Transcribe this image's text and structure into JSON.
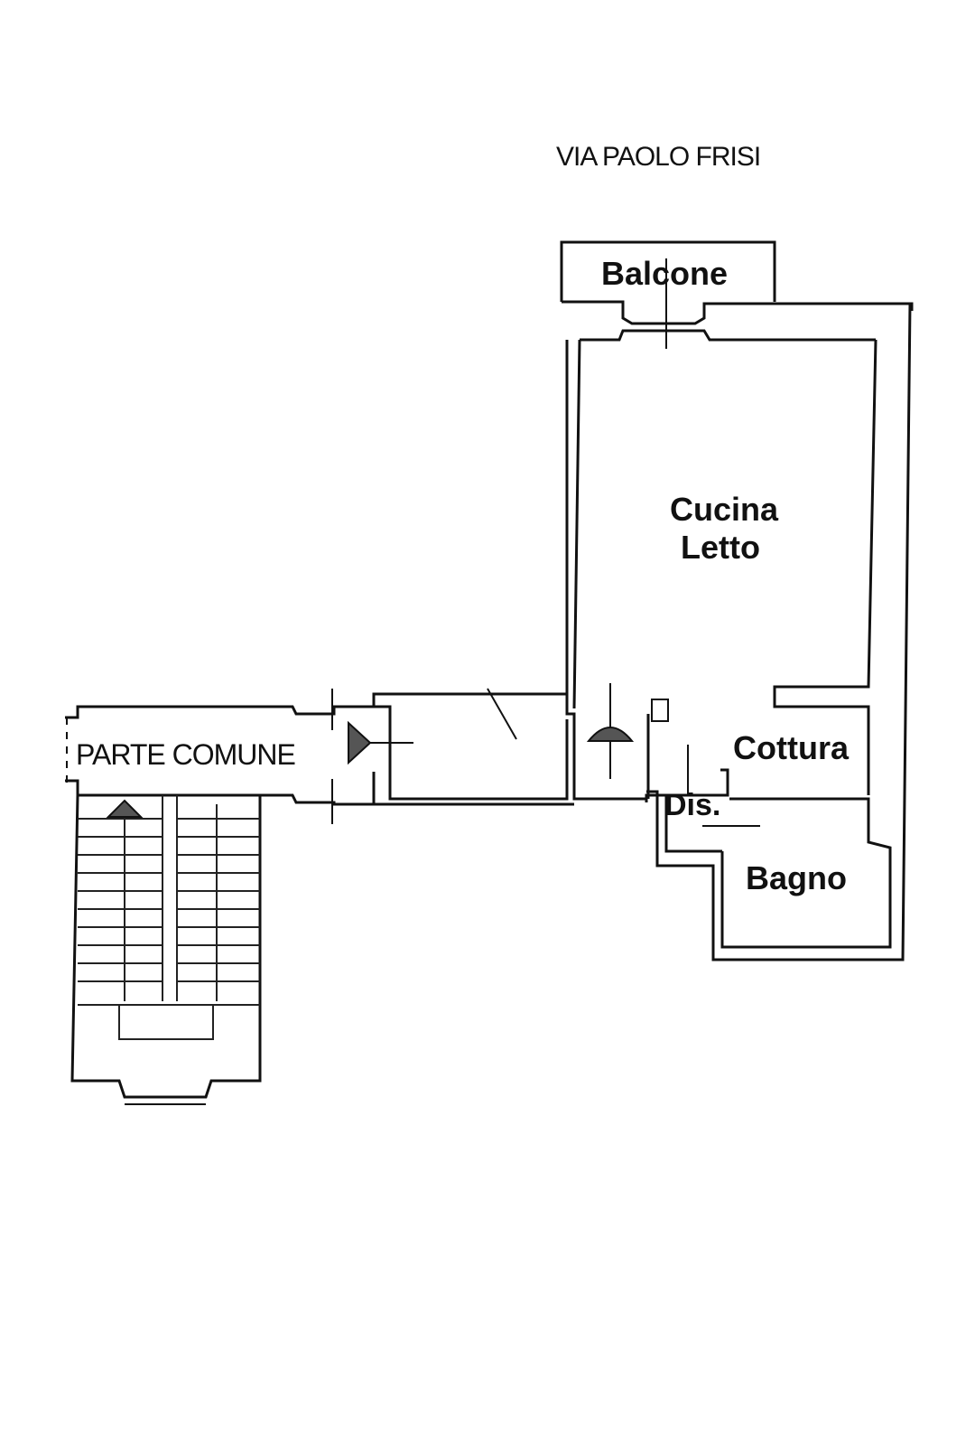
{
  "street_label": "VIA PAOLO FRISI",
  "rooms": {
    "balcone": "Balcone",
    "cucina_line1": "Cucina",
    "cucina_line2": "Letto",
    "cottura": "Cottura",
    "dis": "Dis.",
    "bagno": "Bagno",
    "parte_comune": "PARTE COMUNE"
  },
  "colors": {
    "line": "#111111",
    "background": "#ffffff",
    "door_fill": "#555555"
  }
}
